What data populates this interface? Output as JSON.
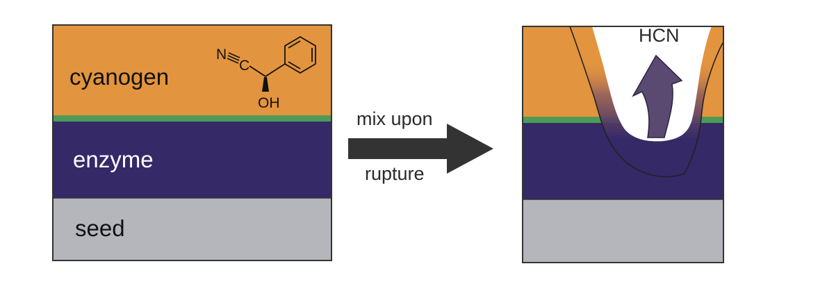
{
  "left_panel": {
    "layers": {
      "cyanogen": "cyanogen",
      "enzyme": "enzyme",
      "seed": "seed"
    },
    "molecule": {
      "nitrogen": "N",
      "carbon": "C",
      "hydroxyl": "OH"
    }
  },
  "arrow": {
    "label_top": "mix upon",
    "label_bottom": "rupture"
  },
  "right_panel": {
    "gas_label": "HCN"
  },
  "colors": {
    "cyanogen_layer": "#e3943e",
    "membrane": "#4e9a57",
    "enzyme_layer": "#352968",
    "seed_layer": "#b4b6bb",
    "arrow": "#333333",
    "gas_arrow": "#5a4a72"
  }
}
